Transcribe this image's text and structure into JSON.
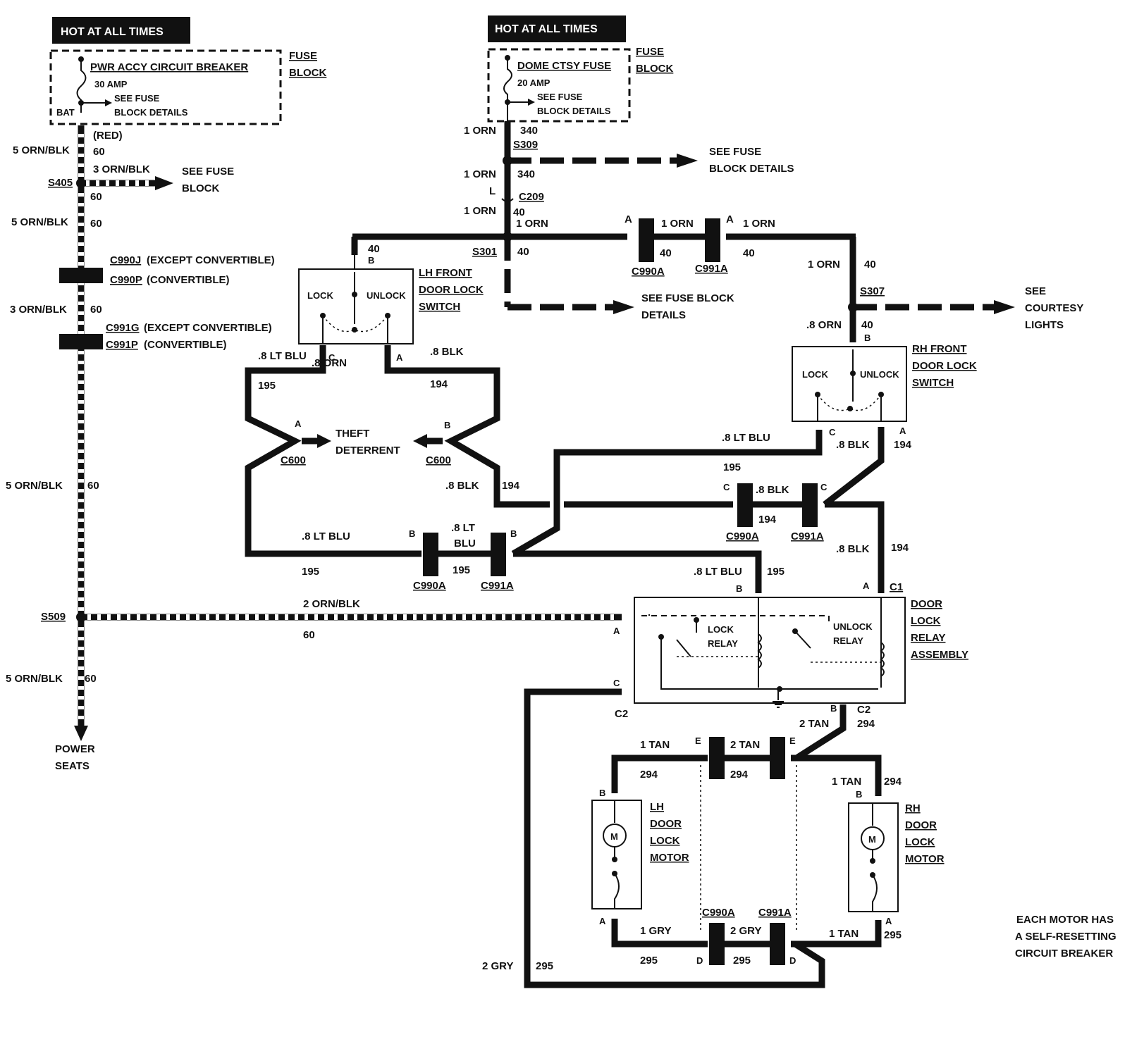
{
  "headers": {
    "hot_left": "HOT AT ALL TIMES",
    "hot_right": "HOT AT ALL TIMES"
  },
  "fuse_left": {
    "name": "PWR ACCY CIRCUIT BREAKER",
    "amp": "30 AMP",
    "see1": "SEE FUSE",
    "see2": "BLOCK DETAILS",
    "bat": "BAT",
    "block1": "FUSE",
    "block2": "BLOCK"
  },
  "fuse_right": {
    "name": "DOME CTSY FUSE",
    "amp": "20 AMP",
    "see1": "SEE FUSE",
    "see2": "BLOCK DETAILS",
    "block1": "FUSE",
    "block2": "BLOCK"
  },
  "left_column": {
    "red": "(RED)",
    "w1": "5 ORN/BLK",
    "c1": "60",
    "s405": "S405",
    "branch_w": "3 ORN/BLK",
    "branch_see1": "SEE FUSE",
    "branch_see2": "BLOCK",
    "c2": "60",
    "w2": "5 ORN/BLK",
    "c3": "60",
    "c990j": "C990J",
    "c990j_t": "(EXCEPT CONVERTIBLE)",
    "c990p": "C990P",
    "c990p_t": "(CONVERTIBLE)",
    "w3": "3 ORN/BLK",
    "c4": "60",
    "c991g": "C991G",
    "c991g_t": "(EXCEPT CONVERTIBLE)",
    "c991p": "C991P",
    "c991p_t": "(CONVERTIBLE)",
    "w4": "5 ORN/BLK",
    "c5": "60",
    "s509": "S509",
    "w5": "5 ORN/BLK",
    "c6": "60",
    "dest1": "POWER",
    "dest2": "SEATS"
  },
  "top_center": {
    "w1": "1 ORN",
    "c1": "340",
    "s309": "S309",
    "see1": "SEE FUSE",
    "see2": "BLOCK DETAILS",
    "w2": "1 ORN",
    "c2": "340",
    "l": "L",
    "c209": "C209",
    "w3": "1 ORN",
    "c3": "40",
    "w4": "1 ORN",
    "s301": "S301",
    "c4": "40",
    "see3": "SEE FUSE BLOCK",
    "see4": "DETAILS",
    "a1": "A",
    "w5": "1 ORN",
    "c5": "40",
    "c990a": "C990A",
    "a2": "A",
    "w6": "1 ORN",
    "c6": "40",
    "c991a": "C991A",
    "w7": "1 ORN",
    "c7": "40",
    "s307": "S307",
    "see5": "SEE",
    "see6": "COURTESY",
    "see7": "LIGHTS",
    "w8": ".8 ORN",
    "c8": "40",
    "b": "B"
  },
  "lh_switch": {
    "w_in": ".8 ORN",
    "c_in": "40",
    "pin_b": "B",
    "lock": "LOCK",
    "unlock": "UNLOCK",
    "title1": "LH FRONT",
    "title2": "DOOR LOCK",
    "title3": "SWITCH",
    "w_c": ".8 LT BLU",
    "pin_c": "C",
    "pin_a": "A",
    "w_a": ".8 BLK",
    "c195": "195",
    "c194": "194"
  },
  "theft": {
    "pin_a": "A",
    "pin_b": "B",
    "t1": "THEFT",
    "t2": "DETERRENT",
    "c600a": "C600",
    "c600b": "C600",
    "w_blk": ".8 BLK",
    "c194": "194"
  },
  "mid": {
    "w_ltblu": ".8 LT BLU",
    "pin_b1": "B",
    "w_ltblu2a": ".8 LT",
    "w_ltblu2b": "BLU",
    "pin_b2": "B",
    "c195a": "195",
    "c195b": "195",
    "c990a": "C990A",
    "c991a": "C991A",
    "w_ltblu3": ".8 LT BLU",
    "c195c": "195",
    "pin_c1": "C",
    "w_blk": ".8 BLK",
    "pin_c2": "C",
    "c194": "194",
    "c990a2": "C990A",
    "c991a2": "C991A",
    "w_ltblu4": ".8 LT BLU",
    "c195d": "195",
    "w_blk2": ".8 BLK",
    "c194b": "194",
    "w_blk3": ".8 BLK",
    "c194c": "194"
  },
  "rh_switch": {
    "lock": "LOCK",
    "unlock": "UNLOCK",
    "title1": "RH FRONT",
    "title2": "DOOR LOCK",
    "title3": "SWITCH",
    "pin_c": "C",
    "pin_a": "A"
  },
  "relay": {
    "pin_b": "B",
    "pin_a": "A",
    "c1": "C1",
    "pin_a2": "A",
    "pin_c": "C",
    "c2": "C2",
    "pin_b2": "B",
    "c2b": "C2",
    "lock1": "LOCK",
    "lock2": "RELAY",
    "unlock1": "UNLOCK",
    "unlock2": "RELAY",
    "t1": "DOOR",
    "t2": "LOCK",
    "t3": "RELAY",
    "t4": "ASSEMBLY",
    "w_s509": "2 ORN/BLK",
    "c60": "60"
  },
  "motors": {
    "w_tan2": "2 TAN",
    "c294": "294",
    "e1": "E",
    "w_tan1": "1 TAN",
    "c294b": "294",
    "w_tan3": "2 TAN",
    "c294c": "294",
    "e2": "E",
    "w_tan4": "1 TAN",
    "c294d": "294",
    "pin_b_l": "B",
    "pin_b_r": "B",
    "lh1": "LH",
    "lh2": "DOOR",
    "lh3": "LOCK",
    "lh4": "MOTOR",
    "rh1": "RH",
    "rh2": "DOOR",
    "rh3": "LOCK",
    "rh4": "MOTOR",
    "m": "M",
    "pin_a_l": "A",
    "pin_a_r": "A",
    "c990a": "C990A",
    "c991a": "C991A",
    "w_gry1": "1 GRY",
    "c295a": "295",
    "w_gry2": "2 GRY",
    "c295b": "295",
    "d1": "D",
    "d2": "D",
    "w_tan5": "1 TAN",
    "c295c": "295",
    "w_gry3": "2 GRY",
    "c295d": "295"
  },
  "note": {
    "l1": "EACH MOTOR HAS",
    "l2": "A SELF-RESETTING",
    "l3": "CIRCUIT BREAKER"
  }
}
